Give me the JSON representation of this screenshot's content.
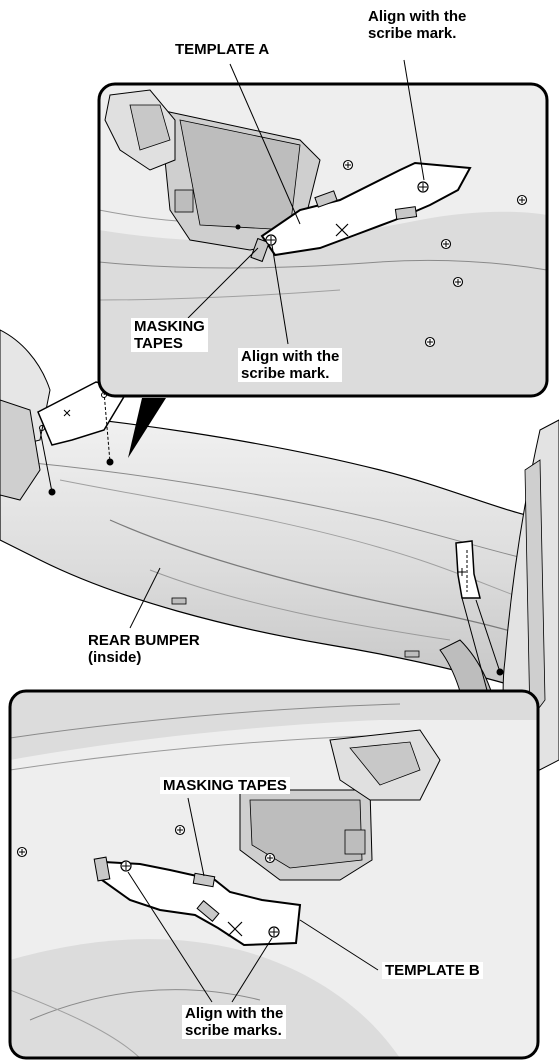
{
  "labels": {
    "align_top": "Align with the\nscribe mark.",
    "template_a": "TEMPLATE A",
    "masking_tapes_a": "MASKING\nTAPES",
    "align_mid": "Align with the\nscribe mark.",
    "rear_bumper": "REAR BUMPER\n(inside)",
    "masking_tapes_b": "MASKING TAPES",
    "template_b": "TEMPLATE B",
    "align_bottom": "Align with the\nscribe marks."
  },
  "colors": {
    "line": "#000000",
    "panel_light": "#eeeeee",
    "panel_mid": "#d6d6d6",
    "panel_dark": "#bdbdbd",
    "template_fill": "#ffffff",
    "tape_fill": "#c8c8c8"
  },
  "icons": [
    "scribe-mark-icon",
    "center-cross-icon",
    "masking-tape-icon"
  ]
}
